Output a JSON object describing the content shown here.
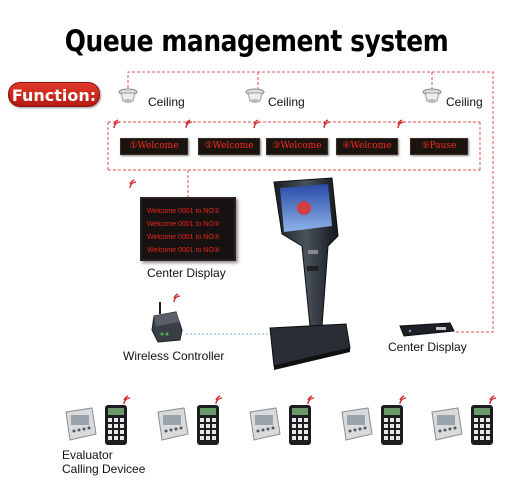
{
  "title": "Queue management system",
  "function_badge": "Function:",
  "ceiling_speakers": [
    {
      "label": "Ceiling"
    },
    {
      "label": "Ceiling"
    },
    {
      "label": "Ceiling"
    }
  ],
  "counter_displays": [
    {
      "text": "①Welcome"
    },
    {
      "text": "②Welcome"
    },
    {
      "text": "③Welcome"
    },
    {
      "text": "④Welcome"
    },
    {
      "text": "⑤Pause"
    }
  ],
  "center_display_panel": {
    "lines": [
      "Welcome 0001 to NO①",
      "Welcome 0001 to NO②",
      "Welcome 0001 to NO③",
      "Welcome 0001 to NO④"
    ],
    "label": "Center Display"
  },
  "wireless_controller": {
    "label": "Wireless Controller"
  },
  "center_display_box": {
    "label": "Center Display"
  },
  "evaluator": {
    "line1": "Evaluator",
    "line2": "Calling Devicee"
  },
  "colors": {
    "connection_line": "#e05050",
    "led_text": "#ff2a1a",
    "badge": "#c8241a",
    "wireless_link": "#7ab6e0"
  },
  "icons": [
    "ceiling-speaker-icon",
    "wifi-signal-icon",
    "kiosk-terminal-icon",
    "wireless-router-icon",
    "rack-device-icon",
    "evaluator-device-icon",
    "keypad-caller-icon"
  ]
}
